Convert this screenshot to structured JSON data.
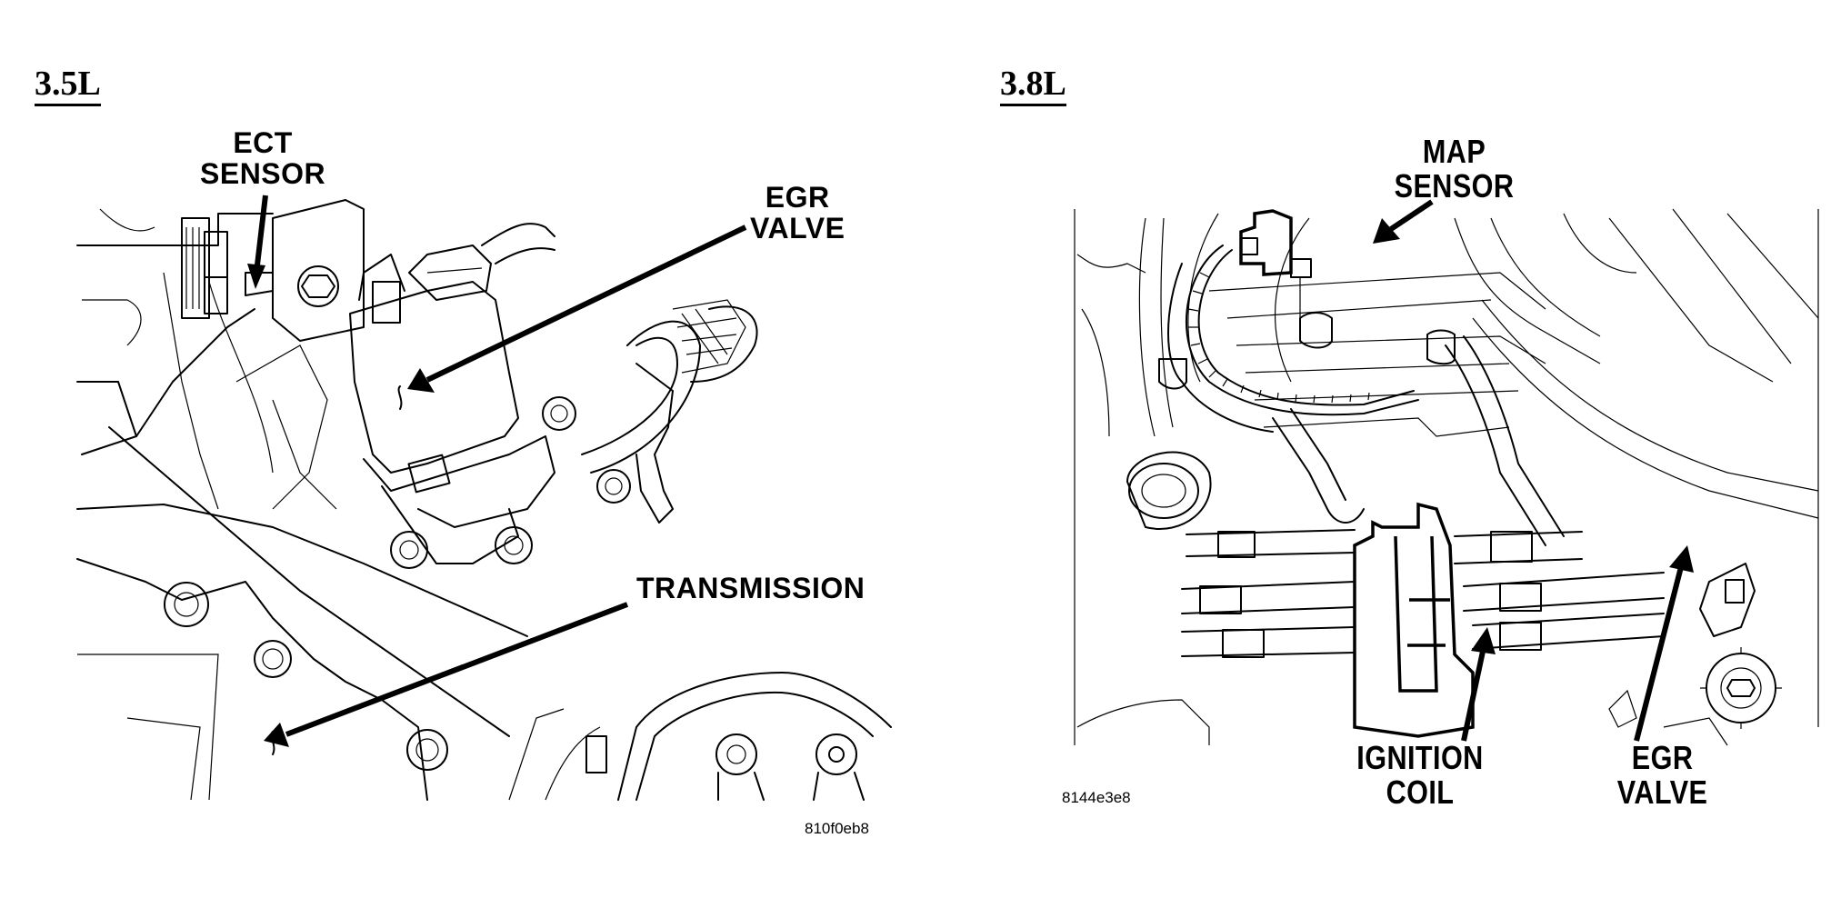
{
  "panels": [
    {
      "title": "3.5L",
      "callouts": [
        {
          "id": "ect-sensor",
          "text": "ECT\nSENSOR"
        },
        {
          "id": "egr-valve",
          "text": "EGR\nVALVE"
        },
        {
          "id": "transmission",
          "text": "TRANSMISSION"
        }
      ],
      "figure_code": "810f0eb8"
    },
    {
      "title": "3.8L",
      "callouts": [
        {
          "id": "map-sensor",
          "text": "MAP\nSENSOR"
        },
        {
          "id": "ignition-coil",
          "text": "IGNITION\nCOIL"
        },
        {
          "id": "egr-valve",
          "text": "EGR\nVALVE"
        }
      ],
      "figure_code": "8144e3e8"
    }
  ],
  "colors": {
    "line": "#000000",
    "background": "#ffffff"
  }
}
